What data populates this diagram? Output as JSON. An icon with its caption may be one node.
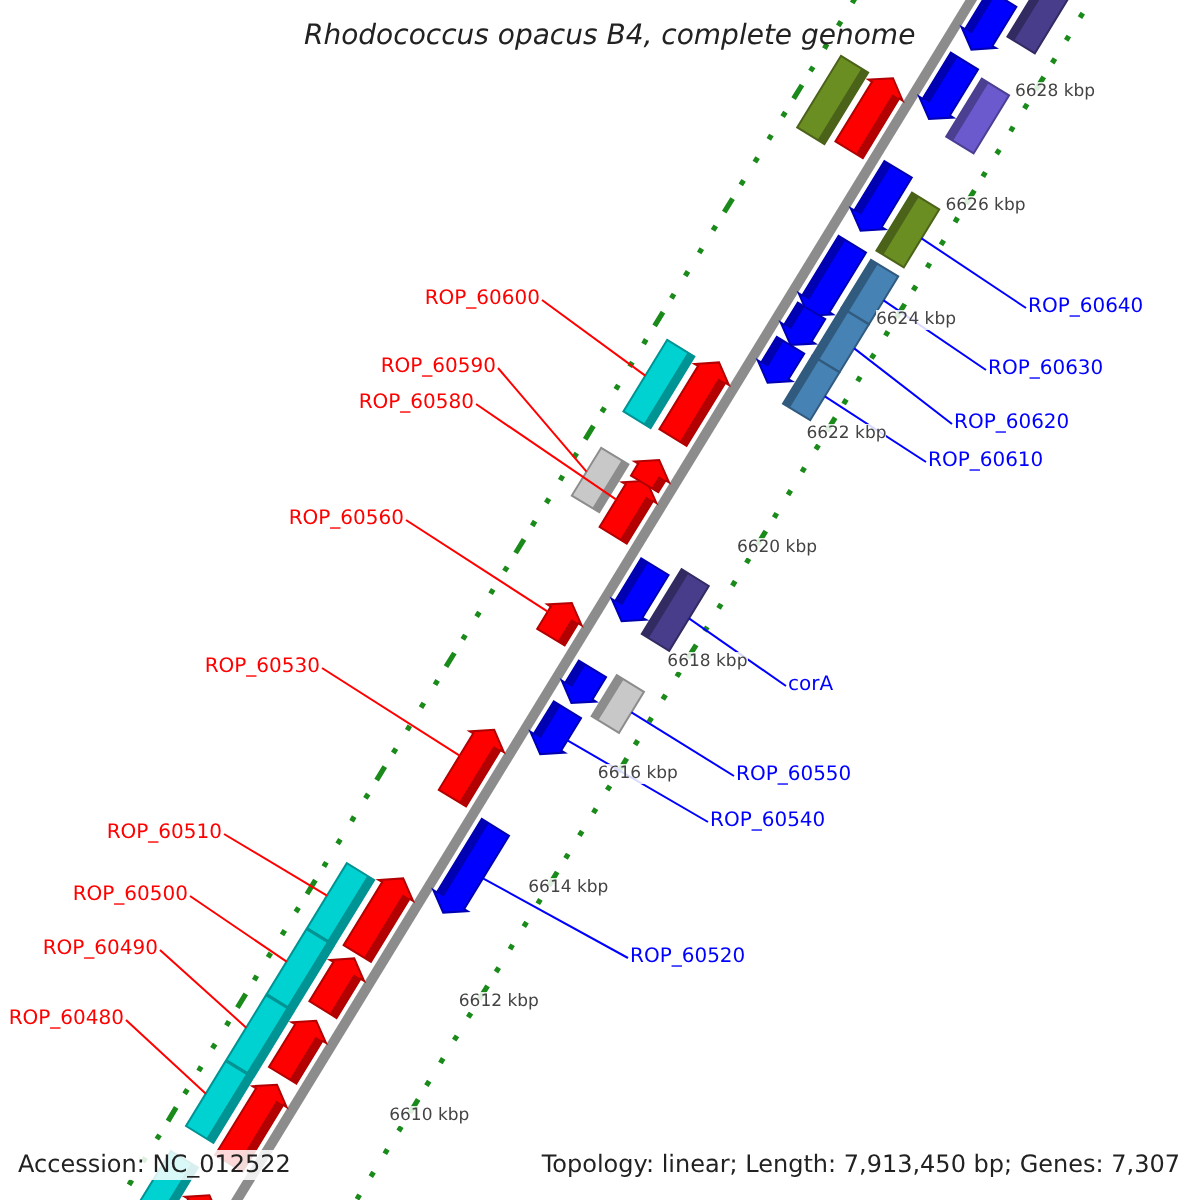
{
  "diagram": {
    "title": "Rhodococcus opacus B4, complete genome",
    "nodes": [
      {
        "text": [
          "ROP_60600"
        ]
      },
      {
        "text": [
          "ROP_60640"
        ]
      },
      {
        "text": [
          "ROP_60590"
        ]
      },
      {
        "text": [
          "ROP_60630"
        ]
      },
      {
        "text": [
          "ROP_60580"
        ]
      },
      {
        "text": [
          "ROP_60620"
        ]
      },
      {
        "text": [
          "ROP_60610"
        ]
      },
      {
        "text": [
          "ROP_60560"
        ]
      },
      {
        "text": [
          "ROP_60530"
        ]
      },
      {
        "text": [
          "corA"
        ]
      },
      {
        "text": [
          "ROP_60550"
        ]
      },
      {
        "text": [
          "ROP_60540"
        ]
      },
      {
        "text": [
          "ROP_60510"
        ]
      },
      {
        "text": [
          "ROP_60500"
        ]
      },
      {
        "text": [
          "ROP_60490"
        ]
      },
      {
        "text": [
          "ROP_60520"
        ]
      },
      {
        "text": [
          "ROP_60480"
        ]
      },
      {
        "text": [],
        "shape": "box"
      },
      {
        "text": [],
        "shape": "box"
      },
      {
        "text": [],
        "shape": "box"
      },
      {
        "text": [],
        "shape": "box"
      },
      {
        "text": [],
        "shape": "arrow"
      },
      {
        "text": [],
        "shape": "box"
      },
      {
        "text": [],
        "shape": "box"
      },
      {
        "text": [],
        "shape": "arrow"
      },
      {
        "text": [],
        "shape": "arrow"
      },
      {
        "text": [],
        "shape": "box"
      },
      {
        "text": [],
        "shape": "box"
      },
      {
        "text": [],
        "shape": "arrow"
      },
      {
        "text": [],
        "shape": "box"
      },
      {
        "text": [],
        "shape": "box"
      },
      {
        "text": [],
        "shape": "box"
      },
      {
        "text": [],
        "shape": "arrow"
      },
      {
        "text": [],
        "shape": "box"
      },
      {
        "text": [],
        "shape": "box"
      },
      {
        "text": [],
        "shape": "arrow"
      },
      {
        "text": [],
        "shape": "arrow"
      },
      {
        "text": [],
        "shape": "arrow"
      },
      {
        "text": [],
        "shape": "arrow"
      },
      {
        "text": [],
        "shape": "arrow"
      },
      {
        "text": [],
        "shape": "arrow"
      },
      {
        "text": [],
        "shape": "arrow"
      },
      {
        "text": [],
        "shape": "box"
      },
      {
        "text": [],
        "shape": "arrow"
      },
      {
        "text": [],
        "shape": "box"
      },
      {
        "text": [],
        "shape": "arrow"
      },
      {
        "text": [],
        "shape": "arrow"
      },
      {
        "text": [],
        "shape": "box"
      },
      {
        "text": [],
        "shape": "arrow"
      },
      {
        "text": [],
        "shape": "arrow"
      },
      {
        "text": [],
        "shape": "arrow"
      },
      {
        "text": [],
        "shape": "arrow"
      },
      {
        "text": [],
        "shape": "arrow"
      },
      {
        "text": [],
        "shape": "arrow"
      }
    ],
    "edges": [
      {
        "from": 0,
        "to": 17,
        "arrow": "none"
      },
      {
        "from": 1,
        "to": 18,
        "arrow": "none",
        "color": "#0000ff"
      },
      {
        "from": 2,
        "to": 19,
        "arrow": "none"
      },
      {
        "from": 3,
        "to": 20,
        "arrow": "none",
        "color": "#0000ff"
      },
      {
        "from": 4,
        "to": 21,
        "arrow": "none"
      },
      {
        "from": 5,
        "to": 22,
        "arrow": "none",
        "color": "#0000ff"
      },
      {
        "from": 6,
        "to": 23,
        "arrow": "none",
        "color": "#0000ff"
      },
      {
        "from": 7,
        "to": 24,
        "arrow": "none"
      },
      {
        "from": 8,
        "to": 25,
        "arrow": "none"
      },
      {
        "from": 9,
        "to": 26,
        "arrow": "none",
        "color": "#0000ff"
      },
      {
        "from": 10,
        "to": 27,
        "arrow": "none",
        "color": "#0000ff"
      },
      {
        "from": 11,
        "to": 28,
        "arrow": "none",
        "color": "#0000ff"
      },
      {
        "from": 12,
        "to": 29,
        "arrow": "none"
      },
      {
        "from": 13,
        "to": 30,
        "arrow": "none"
      },
      {
        "from": 14,
        "to": 31,
        "arrow": "none"
      },
      {
        "from": 15,
        "to": 32,
        "arrow": "none",
        "color": "#0000ff"
      },
      {
        "from": 16,
        "to": 33,
        "arrow": "none"
      }
    ],
    "labels": [
      "6628 kbp",
      "6626 kbp",
      "6624 kbp",
      "6622 kbp",
      "6620 kbp",
      "6618 kbp",
      "6616 kbp",
      "6614 kbp",
      "6612 kbp",
      "6610 kbp",
      "Accession: NC_012522",
      "Topology: linear; Length: 7,913,450 bp; Genes: 7,307"
    ]
  }
}
